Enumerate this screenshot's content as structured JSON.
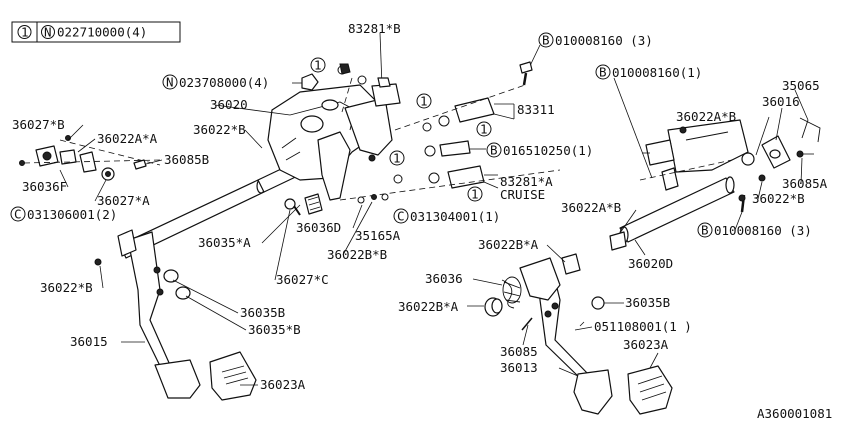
{
  "legend": {
    "index": "1",
    "symbol": "N",
    "part": "022710000(4)"
  },
  "labels": {
    "l83281b": "83281*B",
    "b_top": "010008160 (3)",
    "n_023708000": "023708000(4)",
    "l36020": "36020",
    "l36022b_left": "36022*B",
    "l83311": "83311",
    "b_016510250": "016510250(1)",
    "l83281a": "83281*A",
    "cruise": "CRUISE",
    "c_031304001": "031304001(1)",
    "l36027b": "36027*B",
    "l36022a_a_left": "36022A*A",
    "l36085b": "36085B",
    "l36036f": "36036F",
    "l36027a": "36027*A",
    "c_031306001": "031306001(2)",
    "l36035a": "36035*A",
    "l36036d": "36036D",
    "l35165a": "35165A",
    "l36022b_b_mid": "36022B*B",
    "l36027c": "36027*C",
    "l36022b_lower": "36022*B",
    "l36035b_left": "36035B",
    "l36035b_star": "36035*B",
    "l36015": "36015",
    "l36023a_left": "36023A",
    "b_right_top": "010008160(1)",
    "l35065": "35065",
    "l36022a_b_right": "36022A*B",
    "l36016": "36016",
    "l36085a": "36085A",
    "l36022b_right": "36022*B",
    "l36022a_b_mid": "36022A*B",
    "b_right_bottom": "010008160 (3)",
    "l36022b_a_mid": "36022B*A",
    "l36020d": "36020D",
    "l36036": "36036",
    "l36022b_a_lower": "36022B*A",
    "l36035b_right": "36035B",
    "l051108001": "051108001(1 )",
    "l36085": "36085",
    "l36023a_right": "36023A",
    "l36013": "36013",
    "diagram_id": "A360001081"
  },
  "callout_letters": {
    "b": "B",
    "c": "C",
    "n": "N",
    "one": "1"
  }
}
